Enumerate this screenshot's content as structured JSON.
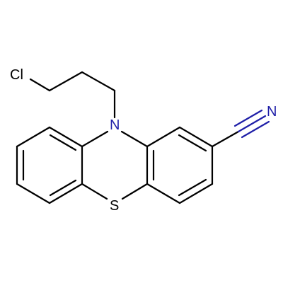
{
  "molecule": {
    "atoms": {
      "chlorine": {
        "symbol": "Cl",
        "color": "#000000"
      },
      "ring_nitrogen": {
        "symbol": "N",
        "color": "#1f1fa8"
      },
      "nitrile_nitrogen": {
        "symbol": "N",
        "color": "#1f1fa8"
      },
      "sulfur": {
        "symbol": "S",
        "color": "#000000"
      }
    },
    "colors": {
      "bond": "#000000",
      "nitrogen": "#1f1fa8",
      "background": "#ffffff"
    }
  }
}
